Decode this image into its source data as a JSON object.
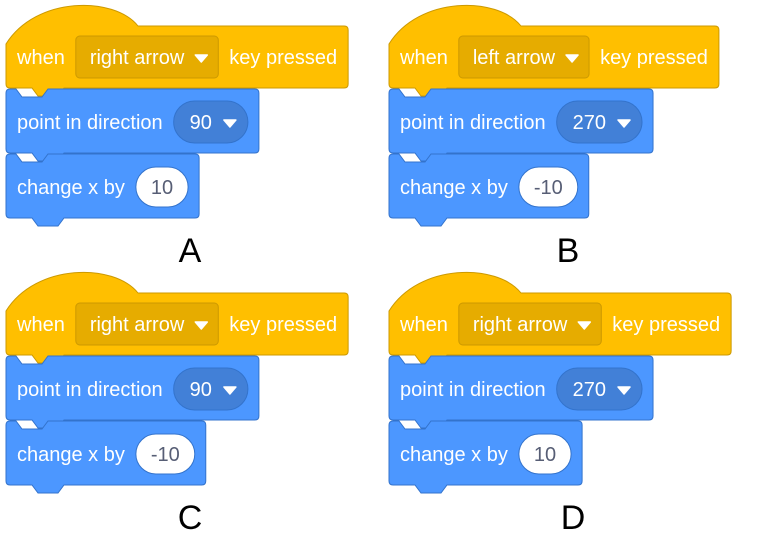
{
  "colors": {
    "events": "#ffbf00",
    "events_border": "#cc9900",
    "events_dropdown": "#e6ac00",
    "motion": "#4c97ff",
    "motion_border": "#3373cc",
    "motion_dropdown": "#4280d7",
    "number_field": "#ffffff",
    "caption": "#000000"
  },
  "options": [
    {
      "label": "A",
      "hat": {
        "word_when": "when",
        "key": "right arrow",
        "dropdown_icon": "caret-down-icon",
        "word_key_pressed": "key pressed"
      },
      "direction": {
        "text": "point in direction",
        "value": "90",
        "dropdown_icon": "caret-down-icon"
      },
      "change_x": {
        "text": "change x by",
        "value": "10"
      }
    },
    {
      "label": "B",
      "hat": {
        "word_when": "when",
        "key": "left arrow",
        "dropdown_icon": "caret-down-icon",
        "word_key_pressed": "key pressed"
      },
      "direction": {
        "text": "point in direction",
        "value": "270",
        "dropdown_icon": "caret-down-icon"
      },
      "change_x": {
        "text": "change x by",
        "value": "-10"
      }
    },
    {
      "label": "C",
      "hat": {
        "word_when": "when",
        "key": "right arrow",
        "dropdown_icon": "caret-down-icon",
        "word_key_pressed": "key pressed"
      },
      "direction": {
        "text": "point in direction",
        "value": "90",
        "dropdown_icon": "caret-down-icon"
      },
      "change_x": {
        "text": "change x by",
        "value": "-10"
      }
    },
    {
      "label": "D",
      "hat": {
        "word_when": "when",
        "key": "right arrow",
        "dropdown_icon": "caret-down-icon",
        "word_key_pressed": "key pressed"
      },
      "direction": {
        "text": "point in direction",
        "value": "270",
        "dropdown_icon": "caret-down-icon"
      },
      "change_x": {
        "text": "change x by",
        "value": "10"
      }
    }
  ]
}
